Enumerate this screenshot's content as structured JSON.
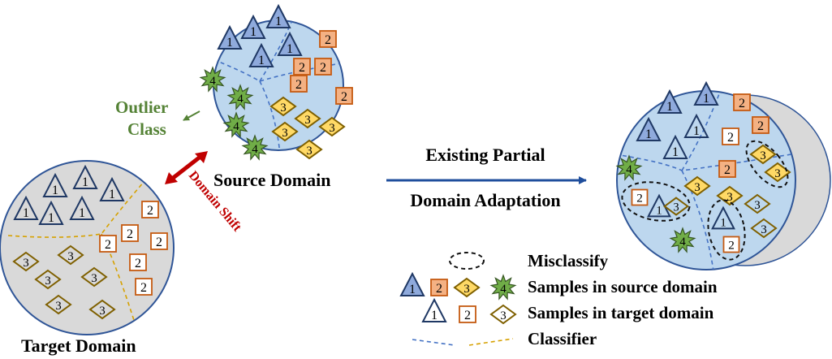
{
  "labels": {
    "source_domain": "Source Domain",
    "target_domain": "Target Domain",
    "outlier_class": [
      "Outlier",
      "Class"
    ],
    "domain_shift": "Domain Shift",
    "method": [
      "Existing Partial",
      "Domain Adaptation"
    ]
  },
  "legend": {
    "misclassify": "Misclassify",
    "source_samples": "Samples in source domain",
    "target_samples": "Samples in target domain",
    "classifier": "Classifier",
    "class_numbers": [
      "1",
      "2",
      "3",
      "4"
    ]
  },
  "colors": {
    "source_fill": "#bdd7ee",
    "target_fill": "#d9d9d9",
    "circle_stroke": "#2f5597",
    "triangle_source_fill": "#8faadc",
    "square_source_fill": "#f4b183",
    "square_stroke": "#c55a11",
    "diamond_source_fill": "#ffd966",
    "diamond_stroke": "#7f6000",
    "star_fill": "#70ad47",
    "star_stroke": "#375623",
    "source_classifier": "#4472c4",
    "target_classifier": "#d6a100",
    "outlier_text": "#548235",
    "shift_arrow": "#c00000",
    "method_arrow": "#1f4e9c"
  }
}
